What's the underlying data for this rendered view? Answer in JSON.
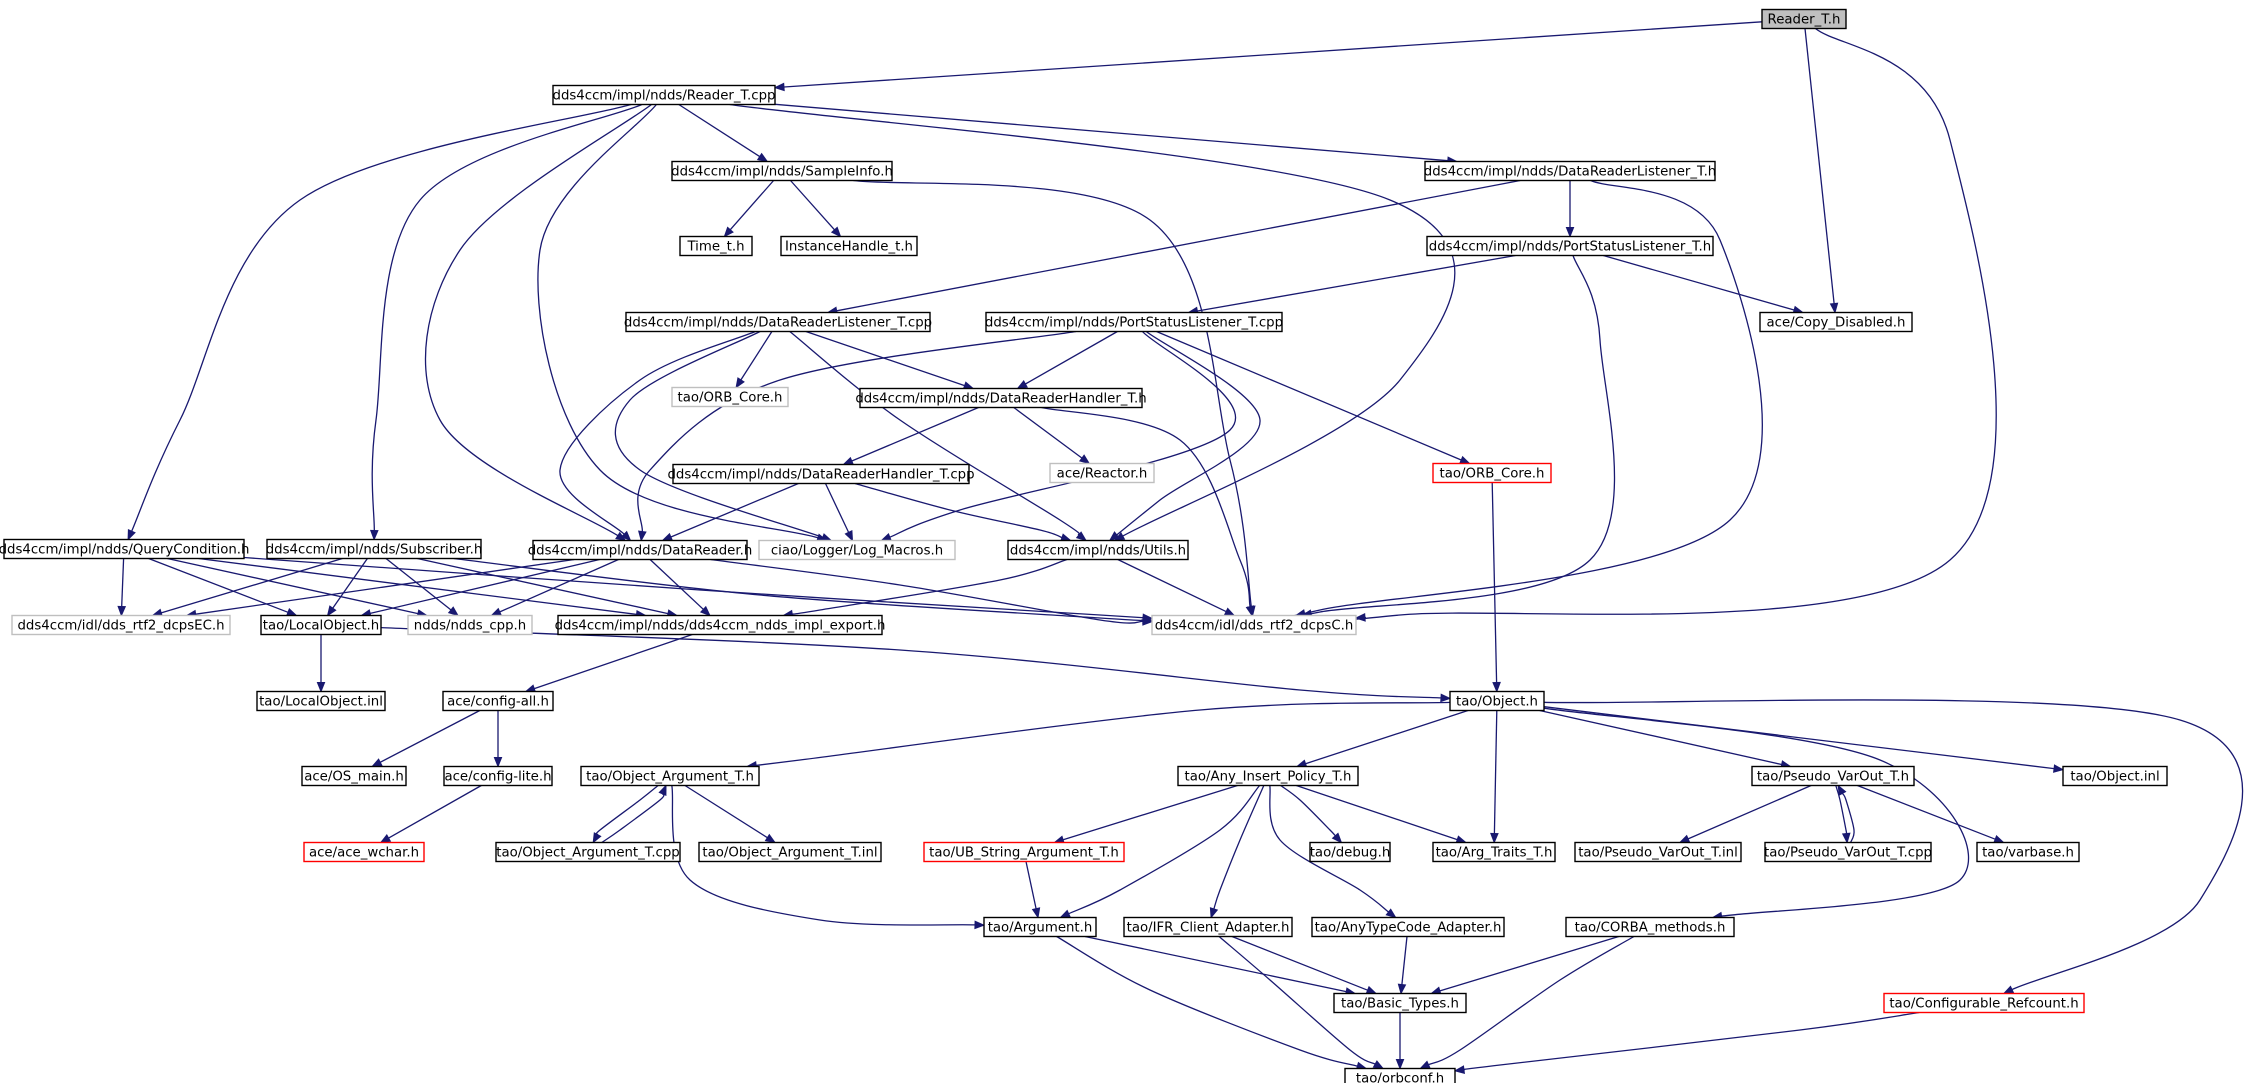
{
  "diagram": {
    "type": "include-dependency-graph",
    "colors": {
      "edge": "#191970",
      "root_fill": "#bfbfbf",
      "node_border": "#000000",
      "external_border": "#bfbfbf",
      "truncated_border": "#ff0000"
    },
    "nodes": [
      {
        "id": "reader_t_h",
        "label": "Reader_T.h",
        "style": "root"
      },
      {
        "id": "reader_t_cpp",
        "label": "dds4ccm/impl/ndds/Reader_T.cpp",
        "style": "normal"
      },
      {
        "id": "sampleinfo",
        "label": "dds4ccm/impl/ndds/SampleInfo.h",
        "style": "normal"
      },
      {
        "id": "drl_t_h",
        "label": "dds4ccm/impl/ndds/DataReaderListener_T.h",
        "style": "normal"
      },
      {
        "id": "time_t",
        "label": "Time_t.h",
        "style": "normal"
      },
      {
        "id": "ih_t",
        "label": "InstanceHandle_t.h",
        "style": "normal"
      },
      {
        "id": "psl_t_h",
        "label": "dds4ccm/impl/ndds/PortStatusListener_T.h",
        "style": "normal"
      },
      {
        "id": "drl_t_cpp",
        "label": "dds4ccm/impl/ndds/DataReaderListener_T.cpp",
        "style": "normal"
      },
      {
        "id": "psl_t_cpp",
        "label": "dds4ccm/impl/ndds/PortStatusListener_T.cpp",
        "style": "normal"
      },
      {
        "id": "copy_disabled",
        "label": "ace/Copy_Disabled.h",
        "style": "normal"
      },
      {
        "id": "orb_core_gray",
        "label": "tao/ORB_Core.h",
        "style": "gray"
      },
      {
        "id": "drh_t_h",
        "label": "dds4ccm/impl/ndds/DataReaderHandler_T.h",
        "style": "normal"
      },
      {
        "id": "reactor",
        "label": "ace/Reactor.h",
        "style": "gray"
      },
      {
        "id": "orb_core_red",
        "label": "tao/ORB_Core.h",
        "style": "red"
      },
      {
        "id": "drh_t_cpp",
        "label": "dds4ccm/impl/ndds/DataReaderHandler_T.cpp",
        "style": "normal"
      },
      {
        "id": "query_cond",
        "label": "dds4ccm/impl/ndds/QueryCondition.h",
        "style": "normal"
      },
      {
        "id": "subscriber",
        "label": "dds4ccm/impl/ndds/Subscriber.h",
        "style": "normal"
      },
      {
        "id": "datareader",
        "label": "dds4ccm/impl/ndds/DataReader.h",
        "style": "normal"
      },
      {
        "id": "log_macros",
        "label": "ciao/Logger/Log_Macros.h",
        "style": "gray"
      },
      {
        "id": "utils",
        "label": "dds4ccm/impl/ndds/Utils.h",
        "style": "normal"
      },
      {
        "id": "dcps_ec",
        "label": "dds4ccm/idl/dds_rtf2_dcpsEC.h",
        "style": "gray"
      },
      {
        "id": "local_object",
        "label": "tao/LocalObject.h",
        "style": "normal"
      },
      {
        "id": "ndds_cpp",
        "label": "ndds/ndds_cpp.h",
        "style": "gray"
      },
      {
        "id": "impl_export",
        "label": "dds4ccm/impl/ndds/dds4ccm_ndds_impl_export.h",
        "style": "normal"
      },
      {
        "id": "dcps_c",
        "label": "dds4ccm/idl/dds_rtf2_dcpsC.h",
        "style": "gray"
      },
      {
        "id": "local_object_inl",
        "label": "tao/LocalObject.inl",
        "style": "normal"
      },
      {
        "id": "config_all",
        "label": "ace/config-all.h",
        "style": "normal"
      },
      {
        "id": "tao_object",
        "label": "tao/Object.h",
        "style": "normal"
      },
      {
        "id": "os_main",
        "label": "ace/OS_main.h",
        "style": "normal"
      },
      {
        "id": "config_lite",
        "label": "ace/config-lite.h",
        "style": "normal"
      },
      {
        "id": "obj_arg_t_h",
        "label": "tao/Object_Argument_T.h",
        "style": "normal"
      },
      {
        "id": "any_insert",
        "label": "tao/Any_Insert_Policy_T.h",
        "style": "normal"
      },
      {
        "id": "pseudo_varout_h",
        "label": "tao/Pseudo_VarOut_T.h",
        "style": "normal"
      },
      {
        "id": "object_inl",
        "label": "tao/Object.inl",
        "style": "normal"
      },
      {
        "id": "ace_wchar",
        "label": "ace/ace_wchar.h",
        "style": "red"
      },
      {
        "id": "obj_arg_t_cpp",
        "label": "tao/Object_Argument_T.cpp",
        "style": "normal"
      },
      {
        "id": "obj_arg_t_inl",
        "label": "tao/Object_Argument_T.inl",
        "style": "normal"
      },
      {
        "id": "ub_string",
        "label": "tao/UB_String_Argument_T.h",
        "style": "red"
      },
      {
        "id": "debug",
        "label": "tao/debug.h",
        "style": "normal"
      },
      {
        "id": "arg_traits",
        "label": "tao/Arg_Traits_T.h",
        "style": "normal"
      },
      {
        "id": "pseudo_varout_inl",
        "label": "tao/Pseudo_VarOut_T.inl",
        "style": "normal"
      },
      {
        "id": "pseudo_varout_cpp",
        "label": "tao/Pseudo_VarOut_T.cpp",
        "style": "normal"
      },
      {
        "id": "varbase",
        "label": "tao/varbase.h",
        "style": "normal"
      },
      {
        "id": "argument",
        "label": "tao/Argument.h",
        "style": "normal"
      },
      {
        "id": "ifr_client",
        "label": "tao/IFR_Client_Adapter.h",
        "style": "normal"
      },
      {
        "id": "anytypecode",
        "label": "tao/AnyTypeCode_Adapter.h",
        "style": "normal"
      },
      {
        "id": "corba_methods",
        "label": "tao/CORBA_methods.h",
        "style": "normal"
      },
      {
        "id": "basic_types",
        "label": "tao/Basic_Types.h",
        "style": "normal"
      },
      {
        "id": "conf_refcount",
        "label": "tao/Configurable_Refcount.h",
        "style": "red"
      },
      {
        "id": "orbconf",
        "label": "tao/orbconf.h",
        "style": "normal"
      }
    ],
    "edges": [
      [
        "reader_t_h",
        "reader_t_cpp"
      ],
      [
        "reader_t_h",
        "copy_disabled"
      ],
      [
        "reader_t_h",
        "dcps_c"
      ],
      [
        "reader_t_cpp",
        "sampleinfo"
      ],
      [
        "reader_t_cpp",
        "drl_t_h"
      ],
      [
        "reader_t_cpp",
        "query_cond"
      ],
      [
        "reader_t_cpp",
        "subscriber"
      ],
      [
        "reader_t_cpp",
        "datareader"
      ],
      [
        "reader_t_cpp",
        "log_macros"
      ],
      [
        "reader_t_cpp",
        "utils"
      ],
      [
        "sampleinfo",
        "time_t"
      ],
      [
        "sampleinfo",
        "ih_t"
      ],
      [
        "sampleinfo",
        "dcps_c"
      ],
      [
        "drl_t_h",
        "drl_t_cpp"
      ],
      [
        "drl_t_h",
        "psl_t_h"
      ],
      [
        "drl_t_h",
        "dcps_c"
      ],
      [
        "psl_t_h",
        "psl_t_cpp"
      ],
      [
        "psl_t_h",
        "copy_disabled"
      ],
      [
        "psl_t_h",
        "dcps_c"
      ],
      [
        "drl_t_cpp",
        "orb_core_gray"
      ],
      [
        "drl_t_cpp",
        "drh_t_h"
      ],
      [
        "drl_t_cpp",
        "datareader"
      ],
      [
        "drl_t_cpp",
        "log_macros"
      ],
      [
        "drl_t_cpp",
        "utils"
      ],
      [
        "psl_t_cpp",
        "drh_t_h"
      ],
      [
        "psl_t_cpp",
        "orb_core_red"
      ],
      [
        "psl_t_cpp",
        "datareader"
      ],
      [
        "psl_t_cpp",
        "log_macros"
      ],
      [
        "psl_t_cpp",
        "utils"
      ],
      [
        "drh_t_h",
        "drh_t_cpp"
      ],
      [
        "drh_t_h",
        "reactor"
      ],
      [
        "drh_t_h",
        "dcps_c"
      ],
      [
        "drh_t_cpp",
        "datareader"
      ],
      [
        "drh_t_cpp",
        "log_macros"
      ],
      [
        "drh_t_cpp",
        "utils"
      ],
      [
        "orb_core_red",
        "tao_object"
      ],
      [
        "query_cond",
        "dcps_ec"
      ],
      [
        "query_cond",
        "local_object"
      ],
      [
        "query_cond",
        "ndds_cpp"
      ],
      [
        "query_cond",
        "impl_export"
      ],
      [
        "query_cond",
        "dcps_c"
      ],
      [
        "subscriber",
        "dcps_ec"
      ],
      [
        "subscriber",
        "local_object"
      ],
      [
        "subscriber",
        "ndds_cpp"
      ],
      [
        "subscriber",
        "impl_export"
      ],
      [
        "subscriber",
        "dcps_c"
      ],
      [
        "datareader",
        "dcps_ec"
      ],
      [
        "datareader",
        "local_object"
      ],
      [
        "datareader",
        "ndds_cpp"
      ],
      [
        "datareader",
        "impl_export"
      ],
      [
        "datareader",
        "dcps_c"
      ],
      [
        "utils",
        "impl_export"
      ],
      [
        "utils",
        "dcps_c"
      ],
      [
        "local_object",
        "local_object_inl"
      ],
      [
        "local_object",
        "tao_object"
      ],
      [
        "impl_export",
        "config_all"
      ],
      [
        "config_all",
        "os_main"
      ],
      [
        "config_all",
        "config_lite"
      ],
      [
        "config_lite",
        "ace_wchar"
      ],
      [
        "tao_object",
        "obj_arg_t_h"
      ],
      [
        "tao_object",
        "any_insert"
      ],
      [
        "tao_object",
        "arg_traits"
      ],
      [
        "tao_object",
        "pseudo_varout_h"
      ],
      [
        "tao_object",
        "object_inl"
      ],
      [
        "tao_object",
        "corba_methods"
      ],
      [
        "tao_object",
        "conf_refcount"
      ],
      [
        "obj_arg_t_h",
        "obj_arg_t_cpp"
      ],
      [
        "obj_arg_t_h",
        "obj_arg_t_inl"
      ],
      [
        "obj_arg_t_h",
        "argument"
      ],
      [
        "obj_arg_t_cpp",
        "obj_arg_t_h"
      ],
      [
        "any_insert",
        "ub_string"
      ],
      [
        "any_insert",
        "argument"
      ],
      [
        "any_insert",
        "ifr_client"
      ],
      [
        "any_insert",
        "anytypecode"
      ],
      [
        "any_insert",
        "debug"
      ],
      [
        "any_insert",
        "arg_traits"
      ],
      [
        "pseudo_varout_h",
        "pseudo_varout_inl"
      ],
      [
        "pseudo_varout_h",
        "pseudo_varout_cpp"
      ],
      [
        "pseudo_varout_h",
        "varbase"
      ],
      [
        "pseudo_varout_cpp",
        "pseudo_varout_h"
      ],
      [
        "ub_string",
        "argument"
      ],
      [
        "argument",
        "basic_types"
      ],
      [
        "argument",
        "orbconf"
      ],
      [
        "ifr_client",
        "basic_types"
      ],
      [
        "ifr_client",
        "orbconf"
      ],
      [
        "anytypecode",
        "basic_types"
      ],
      [
        "corba_methods",
        "basic_types"
      ],
      [
        "corba_methods",
        "orbconf"
      ],
      [
        "basic_types",
        "orbconf"
      ],
      [
        "conf_refcount",
        "orbconf"
      ]
    ]
  }
}
